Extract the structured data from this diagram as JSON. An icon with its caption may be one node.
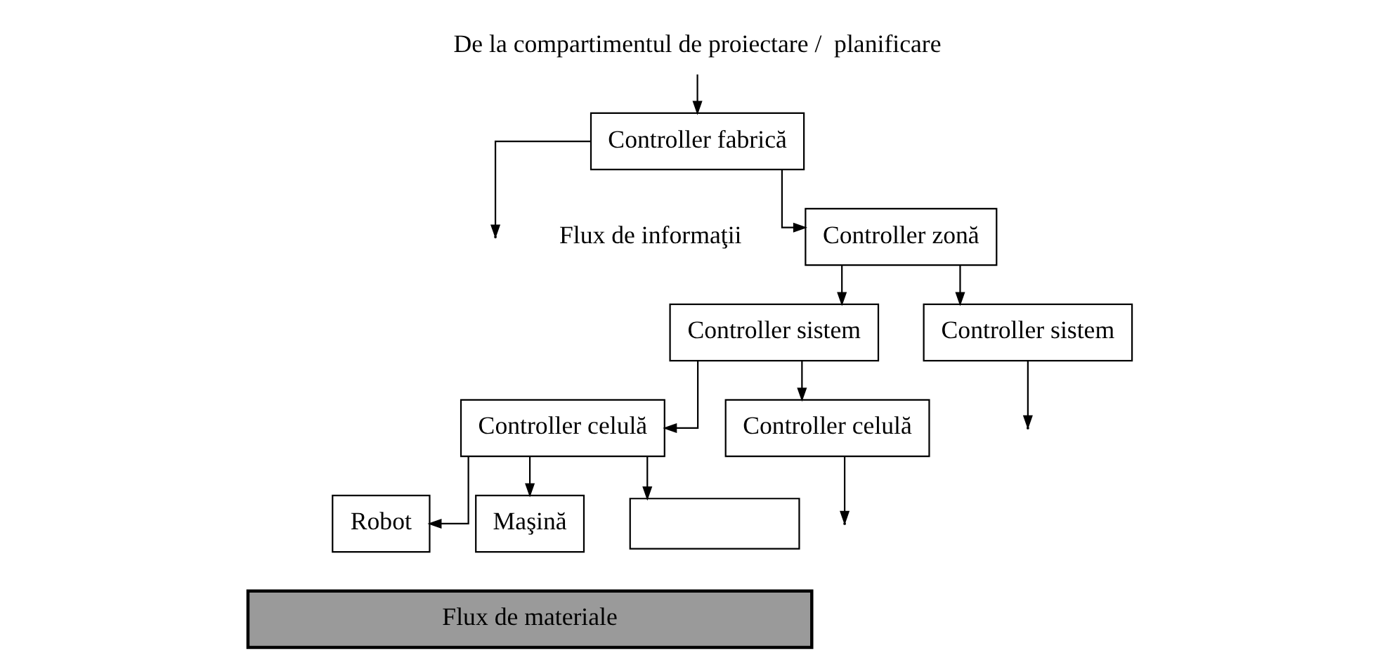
{
  "diagram": {
    "nodes": [
      {
        "text": [
          "De la compartimentul de proiectare /  planificare"
        ]
      },
      {
        "text": [
          "Controller fabrică"
        ]
      },
      {
        "text": [
          "Controller zonă"
        ]
      },
      {
        "text": [
          "Controller sistem"
        ]
      },
      {
        "text": [
          "Controller sistem"
        ]
      },
      {
        "text": [
          "Controller celulă"
        ]
      },
      {
        "text": [
          "Controller celulă"
        ]
      },
      {
        "text": [
          "Robot"
        ]
      },
      {
        "text": [
          "Maşină"
        ]
      },
      {
        "text": [],
        "shape": "box"
      },
      {
        "text": [
          "Flux de materiale"
        ]
      }
    ],
    "edges": [
      {
        "from": 0,
        "to": 1,
        "arrow": "to"
      },
      {
        "from": 1,
        "to": 2,
        "arrow": "to"
      },
      {
        "from": 1,
        "to": null,
        "arrow": "to"
      },
      {
        "from": 2,
        "to": 3,
        "arrow": "to"
      },
      {
        "from": 2,
        "to": 4,
        "arrow": "to"
      },
      {
        "from": 3,
        "to": 5,
        "arrow": "to"
      },
      {
        "from": 3,
        "to": 6,
        "arrow": "to"
      },
      {
        "from": 4,
        "to": null,
        "arrow": "to"
      },
      {
        "from": 5,
        "to": 7,
        "arrow": "to"
      },
      {
        "from": 5,
        "to": 8,
        "arrow": "to"
      },
      {
        "from": 5,
        "to": 9,
        "arrow": "to"
      },
      {
        "from": 6,
        "to": null,
        "arrow": "to"
      }
    ],
    "labels": [
      "Flux de informaţii"
    ]
  }
}
